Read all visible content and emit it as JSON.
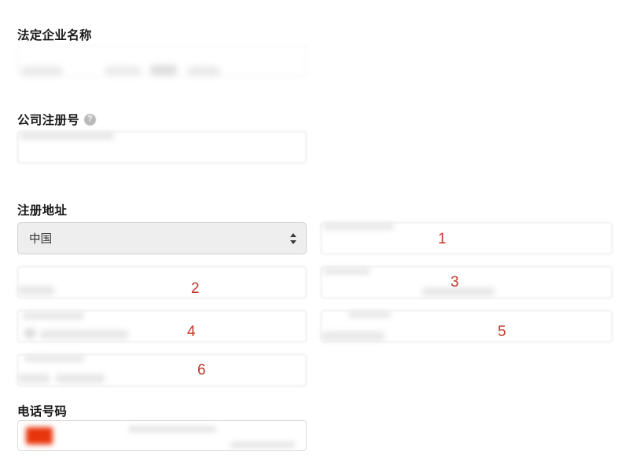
{
  "page": {
    "background_color": "#ffffff",
    "annotation_color": "#c0392b",
    "language": "zh-CN"
  },
  "form": {
    "fields": [
      {
        "id": "legal-business-name",
        "label": "法定企业名称",
        "help_icon": false,
        "value": "",
        "placeholder": "",
        "redacted": true
      },
      {
        "id": "company-registration-number",
        "label": "公司注册号",
        "help_icon": true,
        "help_icon_name": "help-circle-icon",
        "value": "",
        "placeholder": "",
        "redacted": true
      },
      {
        "id": "registered-address",
        "label": "注册地址",
        "help_icon": false
      },
      {
        "id": "phone-number",
        "label": "电话号码",
        "help_icon": false,
        "value": "",
        "placeholder": "",
        "redacted": true
      }
    ]
  },
  "country_select": {
    "name": "country-select",
    "selected": "中国",
    "options": [
      "中国"
    ],
    "icon": "chevron-up-down-icon"
  },
  "address_inputs": [
    {
      "marker": "1",
      "column": "right",
      "row": 1,
      "redacted": true
    },
    {
      "marker": "2",
      "column": "left",
      "row": 2,
      "redacted": true
    },
    {
      "marker": "3",
      "column": "right",
      "row": 2,
      "redacted": true
    },
    {
      "marker": "4",
      "column": "left",
      "row": 3,
      "redacted": true
    },
    {
      "marker": "5",
      "column": "right",
      "row": 3,
      "redacted": true
    },
    {
      "marker": "6",
      "column": "left",
      "row": 4,
      "redacted": true
    }
  ],
  "phone_input": {
    "flag_icon": "china-flag-icon",
    "flag_color": "#e8340c",
    "value": "",
    "redacted": true
  }
}
